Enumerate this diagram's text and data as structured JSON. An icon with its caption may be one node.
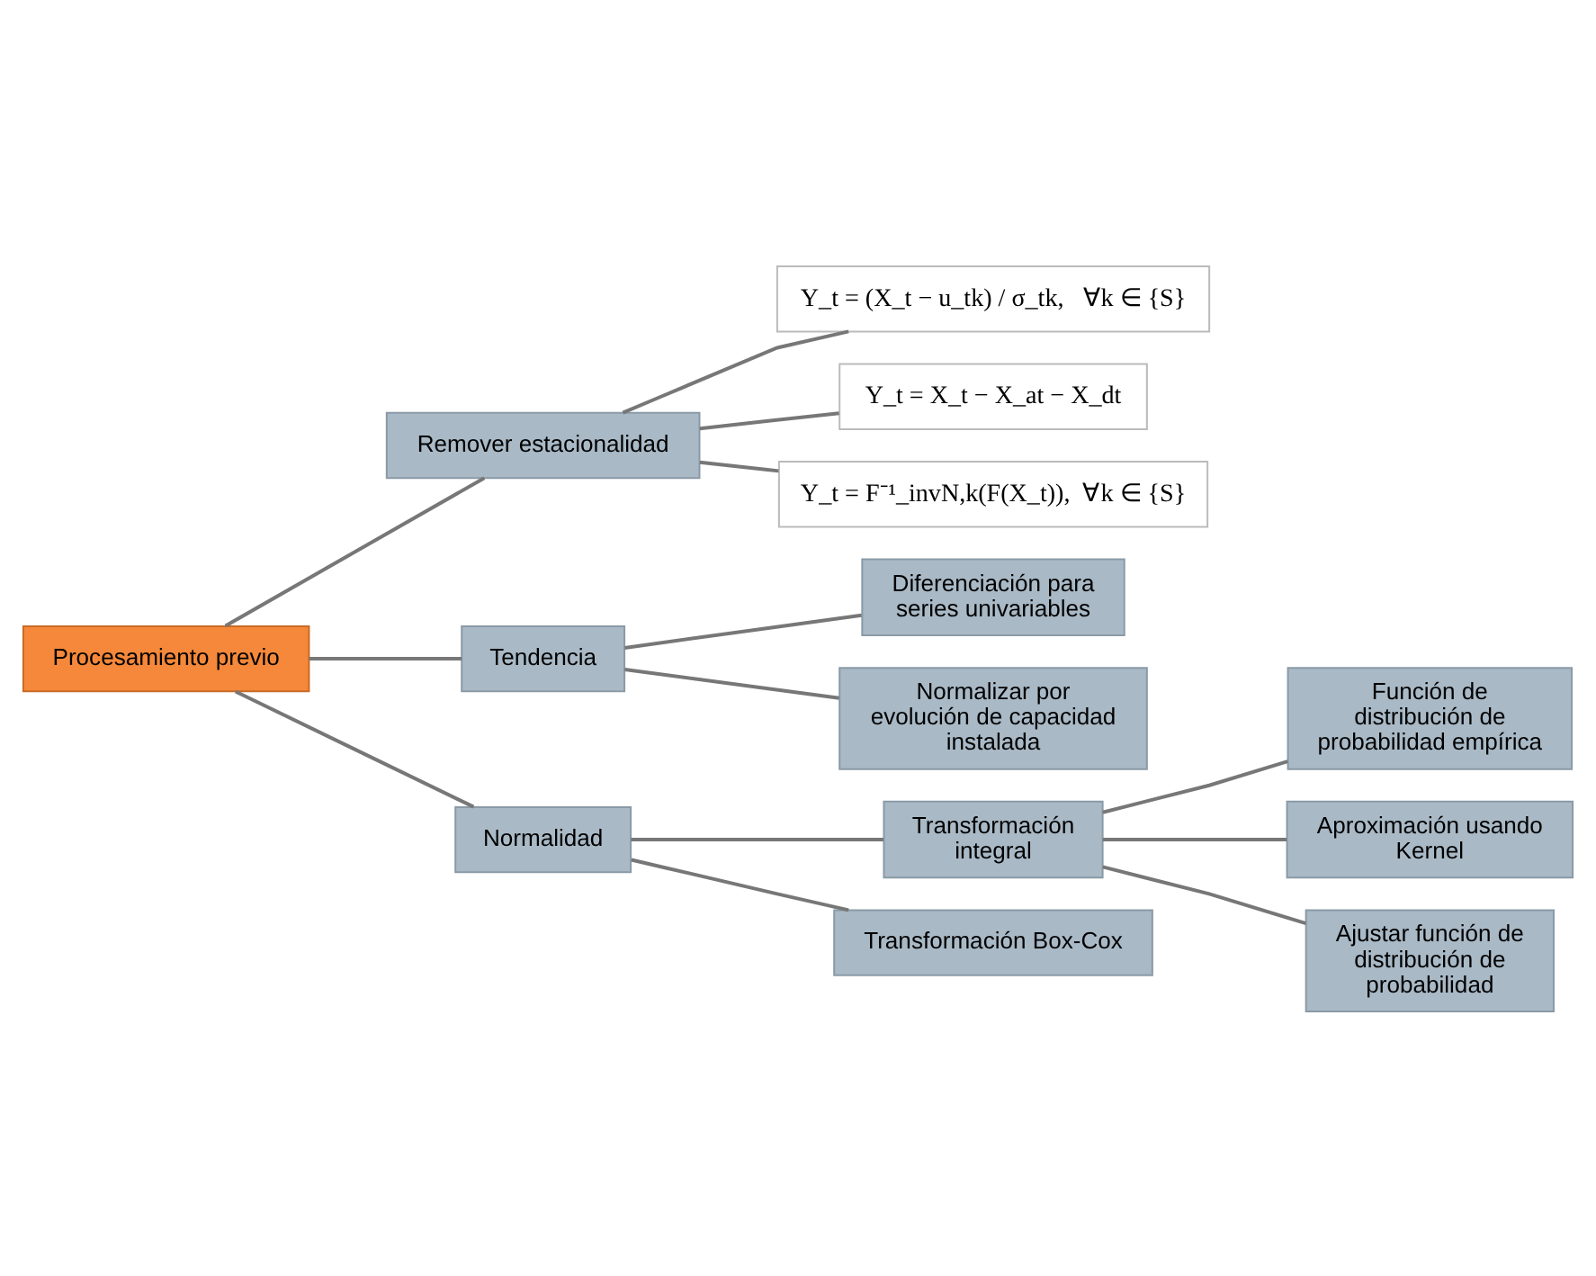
{
  "diagram": {
    "nodes": [
      {
        "text": [
          "Procesamiento previo"
        ]
      },
      {
        "text": [
          "Remover estacionalidad"
        ]
      },
      {
        "text": [
          "Y_t = (X_t − u_tk) / σ_tk,   ∀k ∈ {S}"
        ]
      },
      {
        "text": [
          "Y_t = X_t − X_at − X_dt"
        ]
      },
      {
        "text": [
          "Y_t = F⁻¹_invN,k(F(X_t)),  ∀k ∈ {S}"
        ]
      },
      {
        "text": [
          "Tendencia"
        ]
      },
      {
        "text": [
          "Diferenciación para series univariables"
        ]
      },
      {
        "text": [
          "Normalizar por evolución de capacidad instalada"
        ]
      },
      {
        "text": [
          "Normalidad"
        ]
      },
      {
        "text": [
          "Transformación integral"
        ]
      },
      {
        "text": [
          "Función de distribución de probabilidad empírica"
        ]
      },
      {
        "text": [
          "Aproximación usando Kernel"
        ]
      },
      {
        "text": [
          "Ajustar función de distribución de probabilidad"
        ]
      },
      {
        "text": [
          "Transformación Box-Cox"
        ]
      }
    ],
    "edges": [
      {
        "from": 0,
        "to": 1,
        "arrow": "none"
      },
      {
        "from": 0,
        "to": 5,
        "arrow": "none"
      },
      {
        "from": 0,
        "to": 8,
        "arrow": "none"
      },
      {
        "from": 1,
        "to": 2,
        "arrow": "none"
      },
      {
        "from": 1,
        "to": 3,
        "arrow": "none"
      },
      {
        "from": 1,
        "to": 4,
        "arrow": "none"
      },
      {
        "from": 5,
        "to": 6,
        "arrow": "none"
      },
      {
        "from": 5,
        "to": 7,
        "arrow": "none"
      },
      {
        "from": 8,
        "to": 9,
        "arrow": "none"
      },
      {
        "from": 8,
        "to": 13,
        "arrow": "none"
      },
      {
        "from": 9,
        "to": 10,
        "arrow": "none"
      },
      {
        "from": 9,
        "to": 11,
        "arrow": "none"
      },
      {
        "from": 9,
        "to": 12,
        "arrow": "none"
      }
    ]
  }
}
